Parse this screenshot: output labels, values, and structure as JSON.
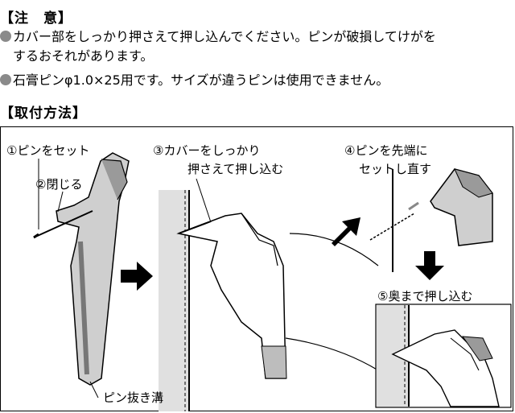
{
  "caution": {
    "heading": "【注　意】",
    "notes": [
      {
        "line1": "カバー部をしっかり押さえて押し込んでください。ピンが破損してけがを",
        "line2": "するおそれがあります。"
      },
      {
        "line1": "石膏ピンφ1.0×25用です。サイズが違うピンは使用できません。"
      }
    ]
  },
  "install": {
    "heading": "【取付方法】",
    "steps": {
      "s1": "①ピンをセット",
      "s2": "②閉じる",
      "s3a": "③カバーをしっかり",
      "s3b": "押さえて押し込む",
      "s4a": "④ピンを先端に",
      "s4b": "セットし直す",
      "s5": "⑤奥まで押し込む",
      "groove": "ピン抜き溝"
    }
  }
}
